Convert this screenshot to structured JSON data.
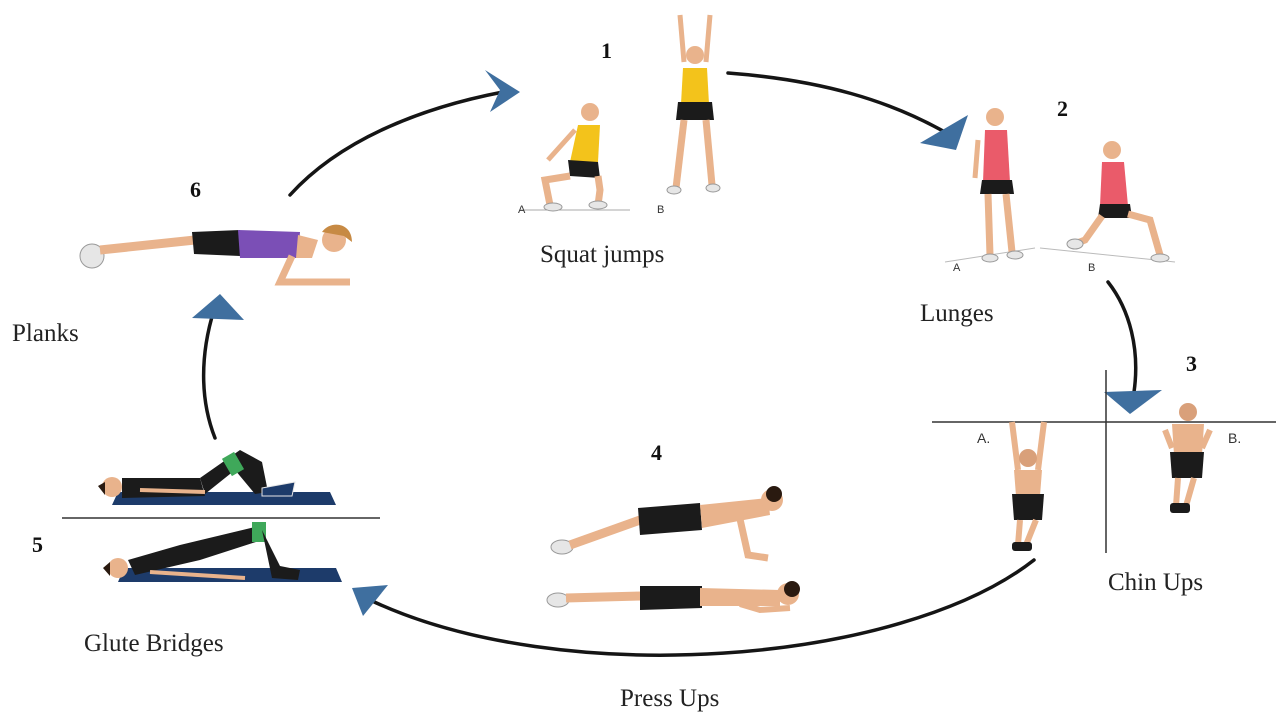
{
  "diagram": {
    "colors": {
      "arrow_line": "#151515",
      "arrow_head": "#3f6f9f",
      "skin": "#e9b38c",
      "shirt_yellow": "#f3c31b",
      "shirt_pink": "#ea5b6a",
      "top_purple": "#7b4fb6",
      "shorts_black": "#1b1b1b",
      "mat_navy": "#1d3b6a",
      "shoe_white": "#e6e6e6"
    },
    "steps": [
      {
        "id": "squat-jumps",
        "number": "1",
        "label": "Squat jumps",
        "positions": [
          "A",
          "B"
        ]
      },
      {
        "id": "lunges",
        "number": "2",
        "label": "Lunges",
        "positions": [
          "A",
          "B"
        ]
      },
      {
        "id": "chin-ups",
        "number": "3",
        "label": "Chin Ups",
        "positions": [
          "A.",
          "B."
        ]
      },
      {
        "id": "press-ups",
        "number": "4",
        "label": "Press Ups",
        "positions": []
      },
      {
        "id": "glute-bridges",
        "number": "5",
        "label": "Glute Bridges",
        "positions": []
      },
      {
        "id": "planks",
        "number": "6",
        "label": "Planks",
        "positions": []
      }
    ]
  }
}
